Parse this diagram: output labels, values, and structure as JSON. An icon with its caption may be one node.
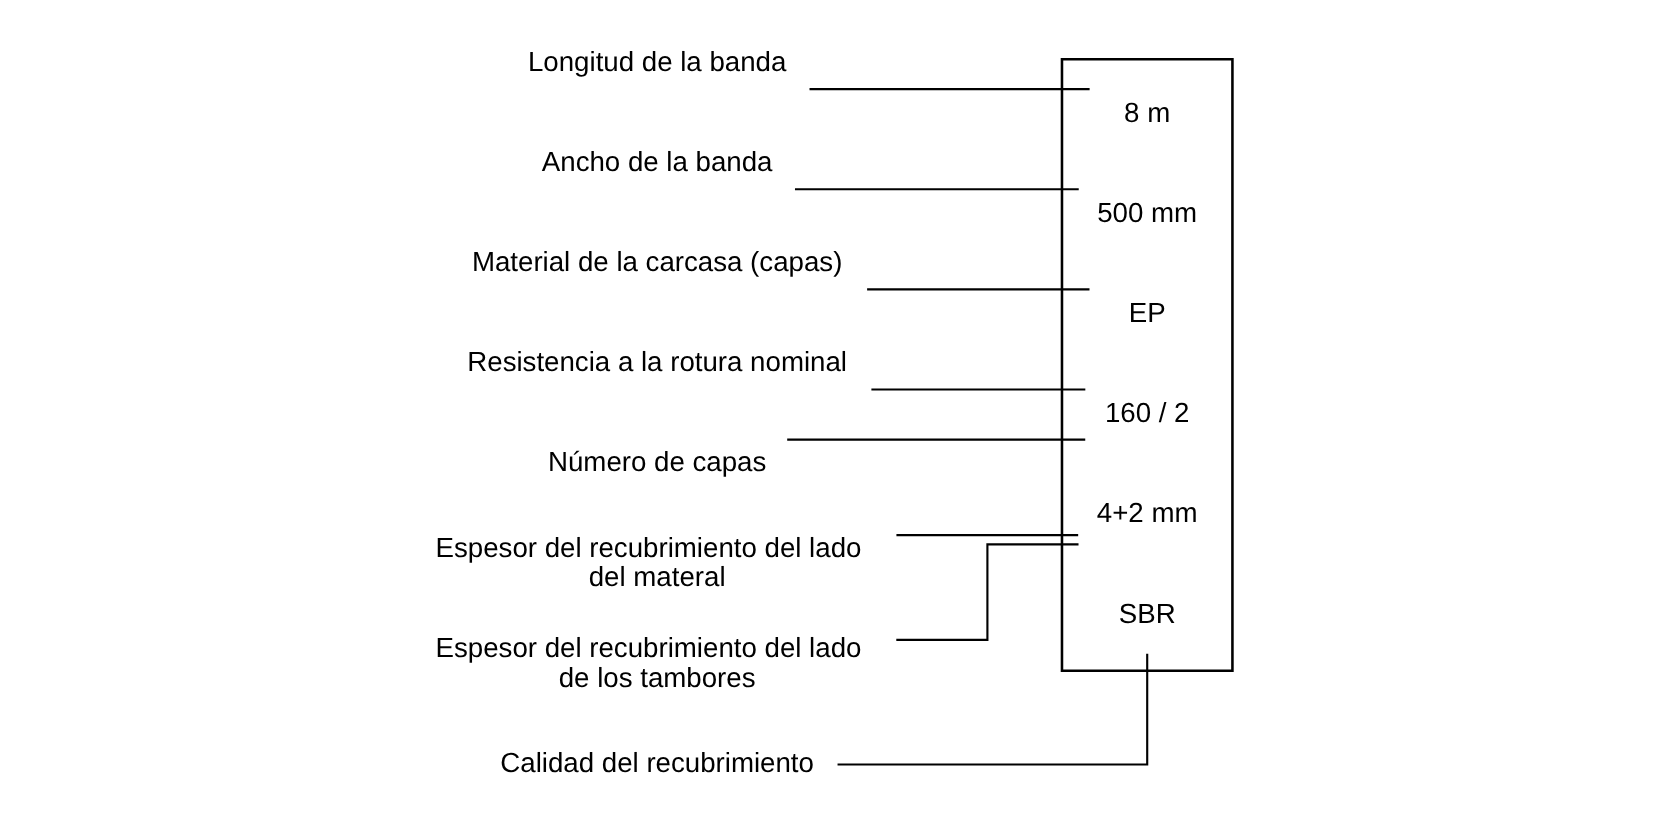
{
  "diagram": {
    "nodes": [
      {
        "text": [],
        "shape": "box"
      },
      {
        "text": [
          "8 m"
        ],
        "in": 0
      },
      {
        "text": [
          "500 mm"
        ],
        "in": 0
      },
      {
        "text": [
          "EP"
        ],
        "in": 0
      },
      {
        "text": [
          "160 / 2"
        ],
        "in": 0
      },
      {
        "text": [
          "4+2 mm"
        ],
        "in": 0
      },
      {
        "text": [
          "SBR"
        ],
        "in": 0
      },
      {
        "text": [
          "Longitud de la banda"
        ]
      },
      {
        "text": [
          "Ancho de la banda"
        ]
      },
      {
        "text": [
          "Material de la carcasa (capas)"
        ]
      },
      {
        "text": [
          "Resistencia a la rotura nominal"
        ]
      },
      {
        "text": [
          "Número de capas"
        ]
      },
      {
        "text": [
          "Espesor del recubrimiento del lado del materal"
        ]
      },
      {
        "text": [
          "Espesor del recubrimiento del lado de los tambores"
        ]
      },
      {
        "text": [
          "Calidad del recubrimiento"
        ]
      }
    ],
    "edges": [
      {
        "from": 7,
        "to": 1,
        "arrow": "none"
      },
      {
        "from": 8,
        "to": 2,
        "arrow": "none"
      },
      {
        "from": 9,
        "to": 3,
        "arrow": "none"
      },
      {
        "from": 10,
        "to": 4,
        "arrow": "none"
      },
      {
        "from": 11,
        "to": 4,
        "arrow": "none"
      },
      {
        "from": 12,
        "to": 5,
        "arrow": "none"
      },
      {
        "from": 13,
        "to": 5,
        "arrow": "none"
      },
      {
        "from": 14,
        "to": 6,
        "arrow": "none"
      }
    ]
  }
}
